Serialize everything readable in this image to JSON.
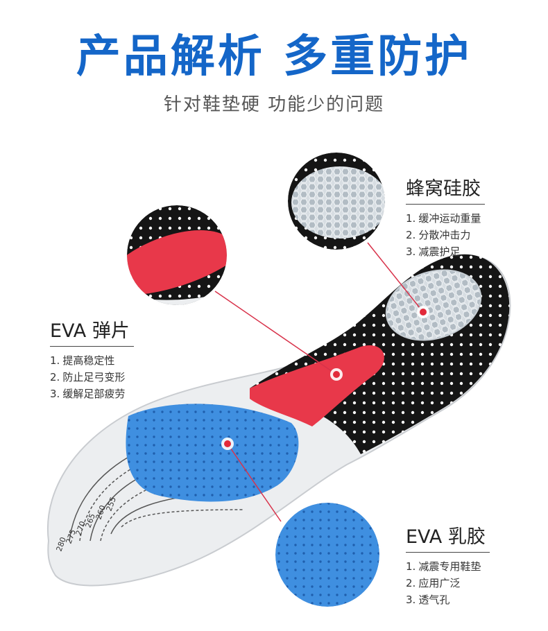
{
  "heading": {
    "title": "产品解析  多重防护",
    "subtitle": "针对鞋垫硬  功能少的问题"
  },
  "features": [
    {
      "name": "蜂窝硅胶",
      "items": [
        "缓冲运动重量",
        "分散冲击力",
        "减震护足"
      ]
    },
    {
      "name": "EVA 弹片",
      "items": [
        "提高稳定性",
        "防止足弓变形",
        "缓解足部疲劳"
      ]
    },
    {
      "name": "EVA 乳胶",
      "items": [
        "减震专用鞋垫",
        "应用广泛",
        "透气孔"
      ]
    }
  ],
  "size_marks": [
    "255",
    "260",
    "265",
    "270",
    "275",
    "280"
  ],
  "colors": {
    "brand_blue": "#1466c8",
    "heel_gel": "#cfd6dc",
    "arch_red": "#e8384a",
    "foam_blue": "#3f8fe0",
    "insole_black": "#111111"
  }
}
